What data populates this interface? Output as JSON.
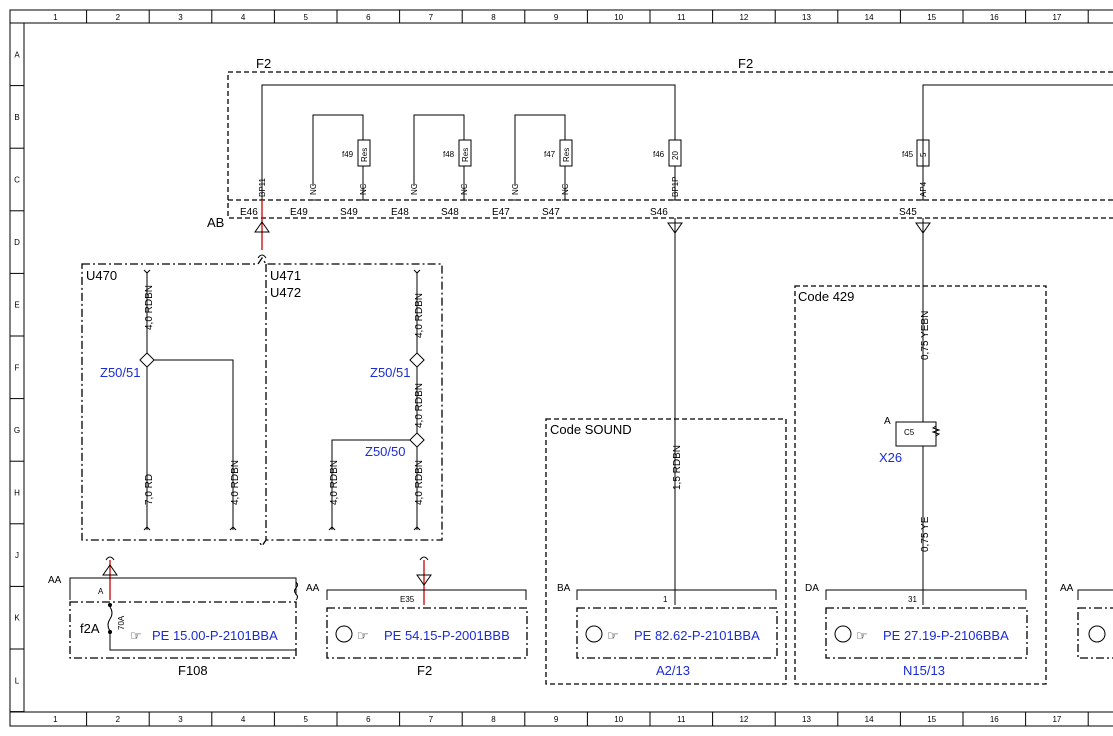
{
  "grid": {
    "columns": [
      "1",
      "2",
      "3",
      "4",
      "5",
      "6",
      "7",
      "8",
      "9",
      "10",
      "11",
      "12",
      "13",
      "14",
      "15",
      "16",
      "17"
    ],
    "rows": [
      "A",
      "B",
      "C",
      "D",
      "E",
      "F",
      "G",
      "H",
      "J",
      "K",
      "L"
    ]
  },
  "fuse_box": {
    "ref_left": "F2",
    "ref_right": "F2",
    "connector": "AB",
    "fuses": [
      {
        "id": "f49",
        "rating": "Res"
      },
      {
        "id": "f48",
        "rating": "Res"
      },
      {
        "id": "f47",
        "rating": "Res"
      },
      {
        "id": "f46",
        "rating": "20"
      },
      {
        "id": "f45",
        "rating": "5"
      }
    ],
    "terminal_labels": [
      "BP11",
      "NC",
      "NC",
      "NC",
      "NC",
      "NC",
      "NC",
      "BP1P",
      "AP4"
    ],
    "pin_labels": [
      "E46",
      "E49",
      "S49",
      "E48",
      "S48",
      "E47",
      "S47",
      "S46",
      "S45"
    ]
  },
  "splices": {
    "group_left": "U470",
    "group_right_1": "U471",
    "group_right_2": "U472",
    "z_left": "Z50/51",
    "z_right_top": "Z50/51",
    "z_right_bottom": "Z50/50",
    "wires": [
      "4,0 RDBN",
      "7,0 RD",
      "4,0 RDBN",
      "4,0 RDBN",
      "4,0 RDBN",
      "4,0 RDBN",
      "4,0 RDBN"
    ]
  },
  "codes": {
    "sound": "Code SOUND",
    "code429": "Code 429"
  },
  "wire_labels": {
    "s46": "1,5 RDBN",
    "s45_top": "0,75 YEBN",
    "s45_bottom": "0,75 YE"
  },
  "x26": {
    "label": "X26",
    "pin": "A",
    "part": "C5"
  },
  "components": [
    {
      "connector": "AA",
      "ref": "PE 15.00-P-2101BBA",
      "name": "F108",
      "pin_a": "A",
      "fuse": "f2A",
      "rating": "70A"
    },
    {
      "connector": "AA",
      "ref": "PE 54.15-P-2001BBB",
      "name": "F2",
      "pin": "E35"
    },
    {
      "connector": "BA",
      "ref": "PE 82.62-P-2101BBA",
      "name": "A2/13",
      "pin": "1"
    },
    {
      "connector": "DA",
      "ref": "PE 27.19-P-2106BBA",
      "name": "N15/13",
      "pin": "31"
    },
    {
      "connector": "AA"
    }
  ]
}
